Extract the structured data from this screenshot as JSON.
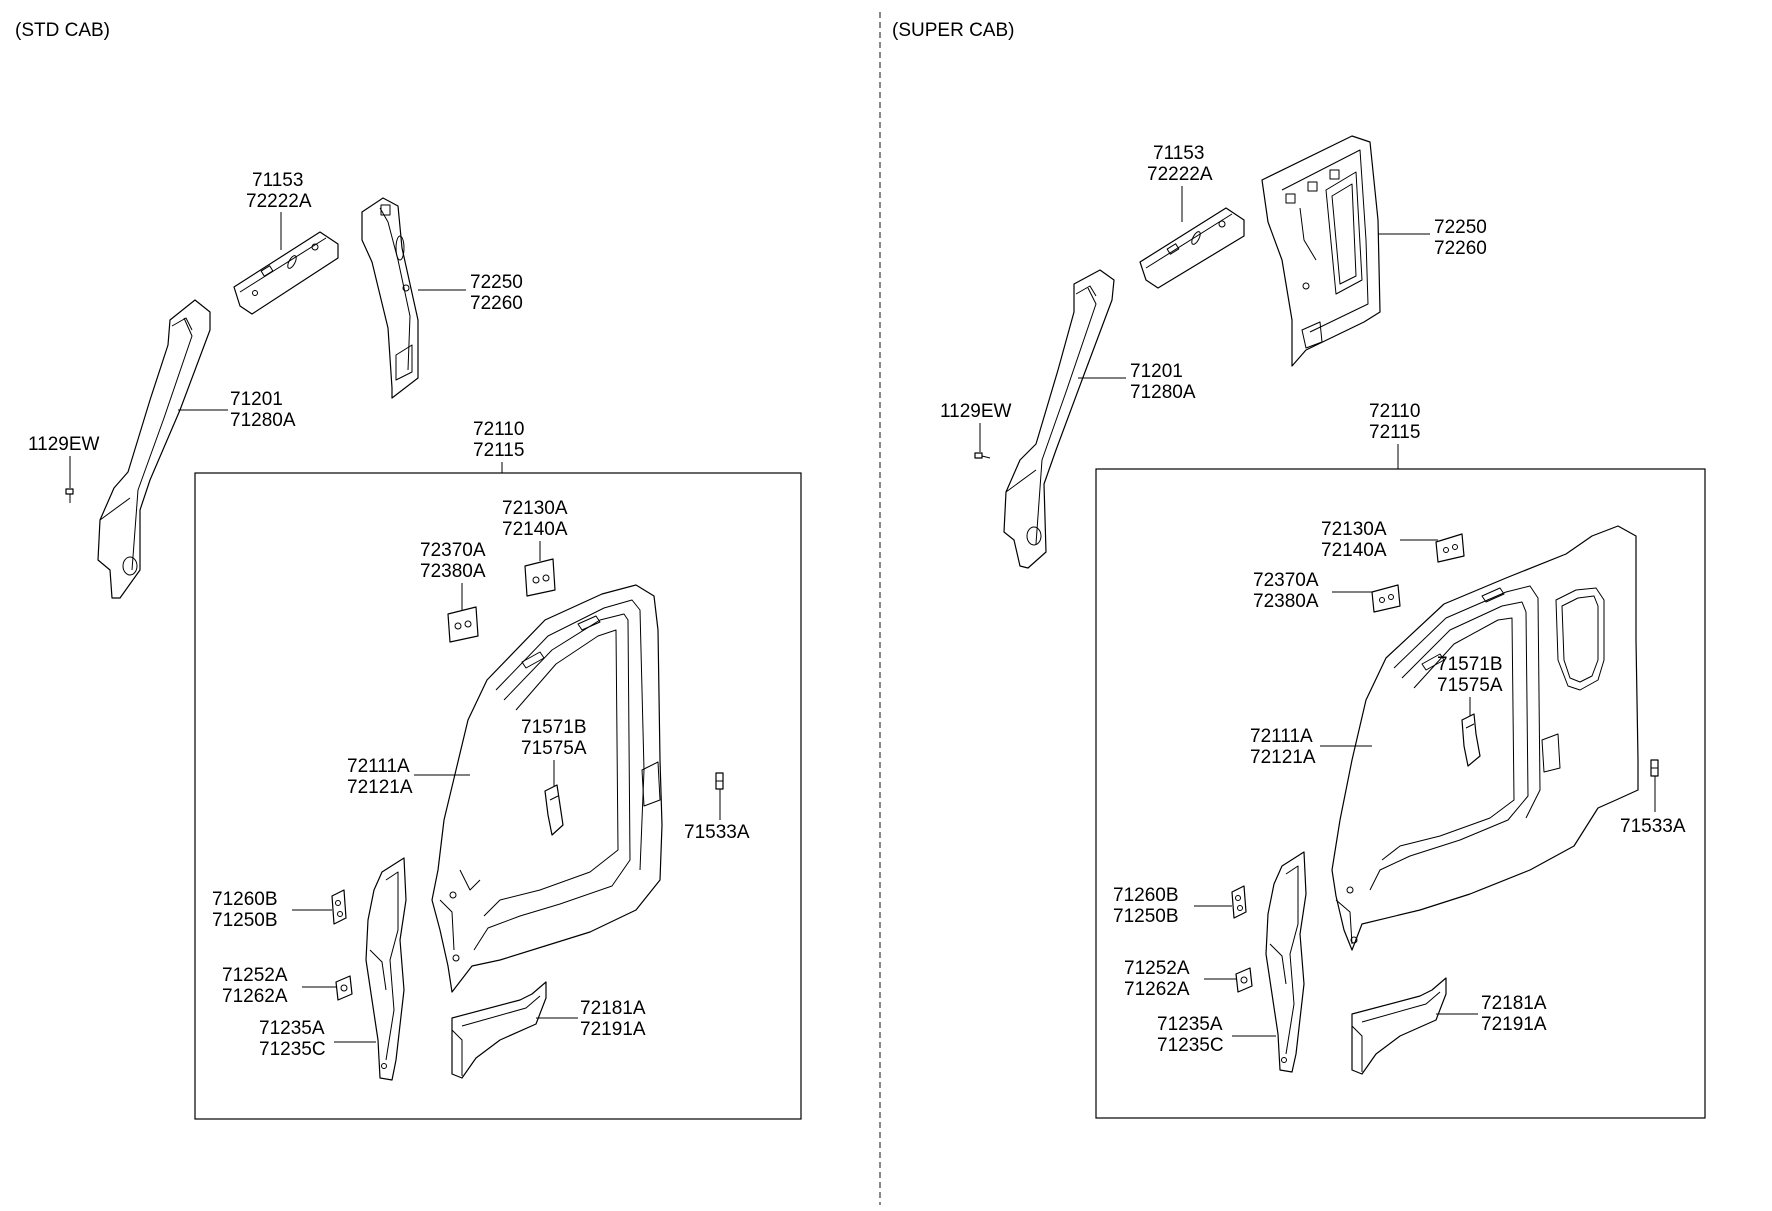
{
  "panels": {
    "std": {
      "header": "(STD CAB)",
      "labels": {
        "p71153": "71153",
        "p72222A": "72222A",
        "p72250": "72250",
        "p72260": "72260",
        "p71201": "71201",
        "p71280A": "71280A",
        "p1129EW": "1129EW",
        "p72110": "72110",
        "p72115": "72115",
        "p72130A": "72130A",
        "p72140A": "72140A",
        "p72370A": "72370A",
        "p72380A": "72380A",
        "p71571B": "71571B",
        "p71575A": "71575A",
        "p72111A": "72111A",
        "p72121A": "72121A",
        "p71533A": "71533A",
        "p71260B": "71260B",
        "p71250B": "71250B",
        "p71252A": "71252A",
        "p71262A": "71262A",
        "p71235A": "71235A",
        "p71235C": "71235C",
        "p72181A": "72181A",
        "p72191A": "72191A"
      }
    },
    "super": {
      "header": "(SUPER CAB)",
      "labels": {
        "p71153": "71153",
        "p72222A": "72222A",
        "p72250": "72250",
        "p72260": "72260",
        "p71201": "71201",
        "p71280A": "71280A",
        "p1129EW": "1129EW",
        "p72110": "72110",
        "p72115": "72115",
        "p72130A": "72130A",
        "p72140A": "72140A",
        "p72370A": "72370A",
        "p72380A": "72380A",
        "p71571B": "71571B",
        "p71575A": "71575A",
        "p72111A": "72111A",
        "p72121A": "72121A",
        "p71533A": "71533A",
        "p71260B": "71260B",
        "p71250B": "71250B",
        "p71252A": "71252A",
        "p71262A": "71262A",
        "p71235A": "71235A",
        "p71235C": "71235C",
        "p72181A": "72181A",
        "p72191A": "72191A"
      }
    }
  }
}
